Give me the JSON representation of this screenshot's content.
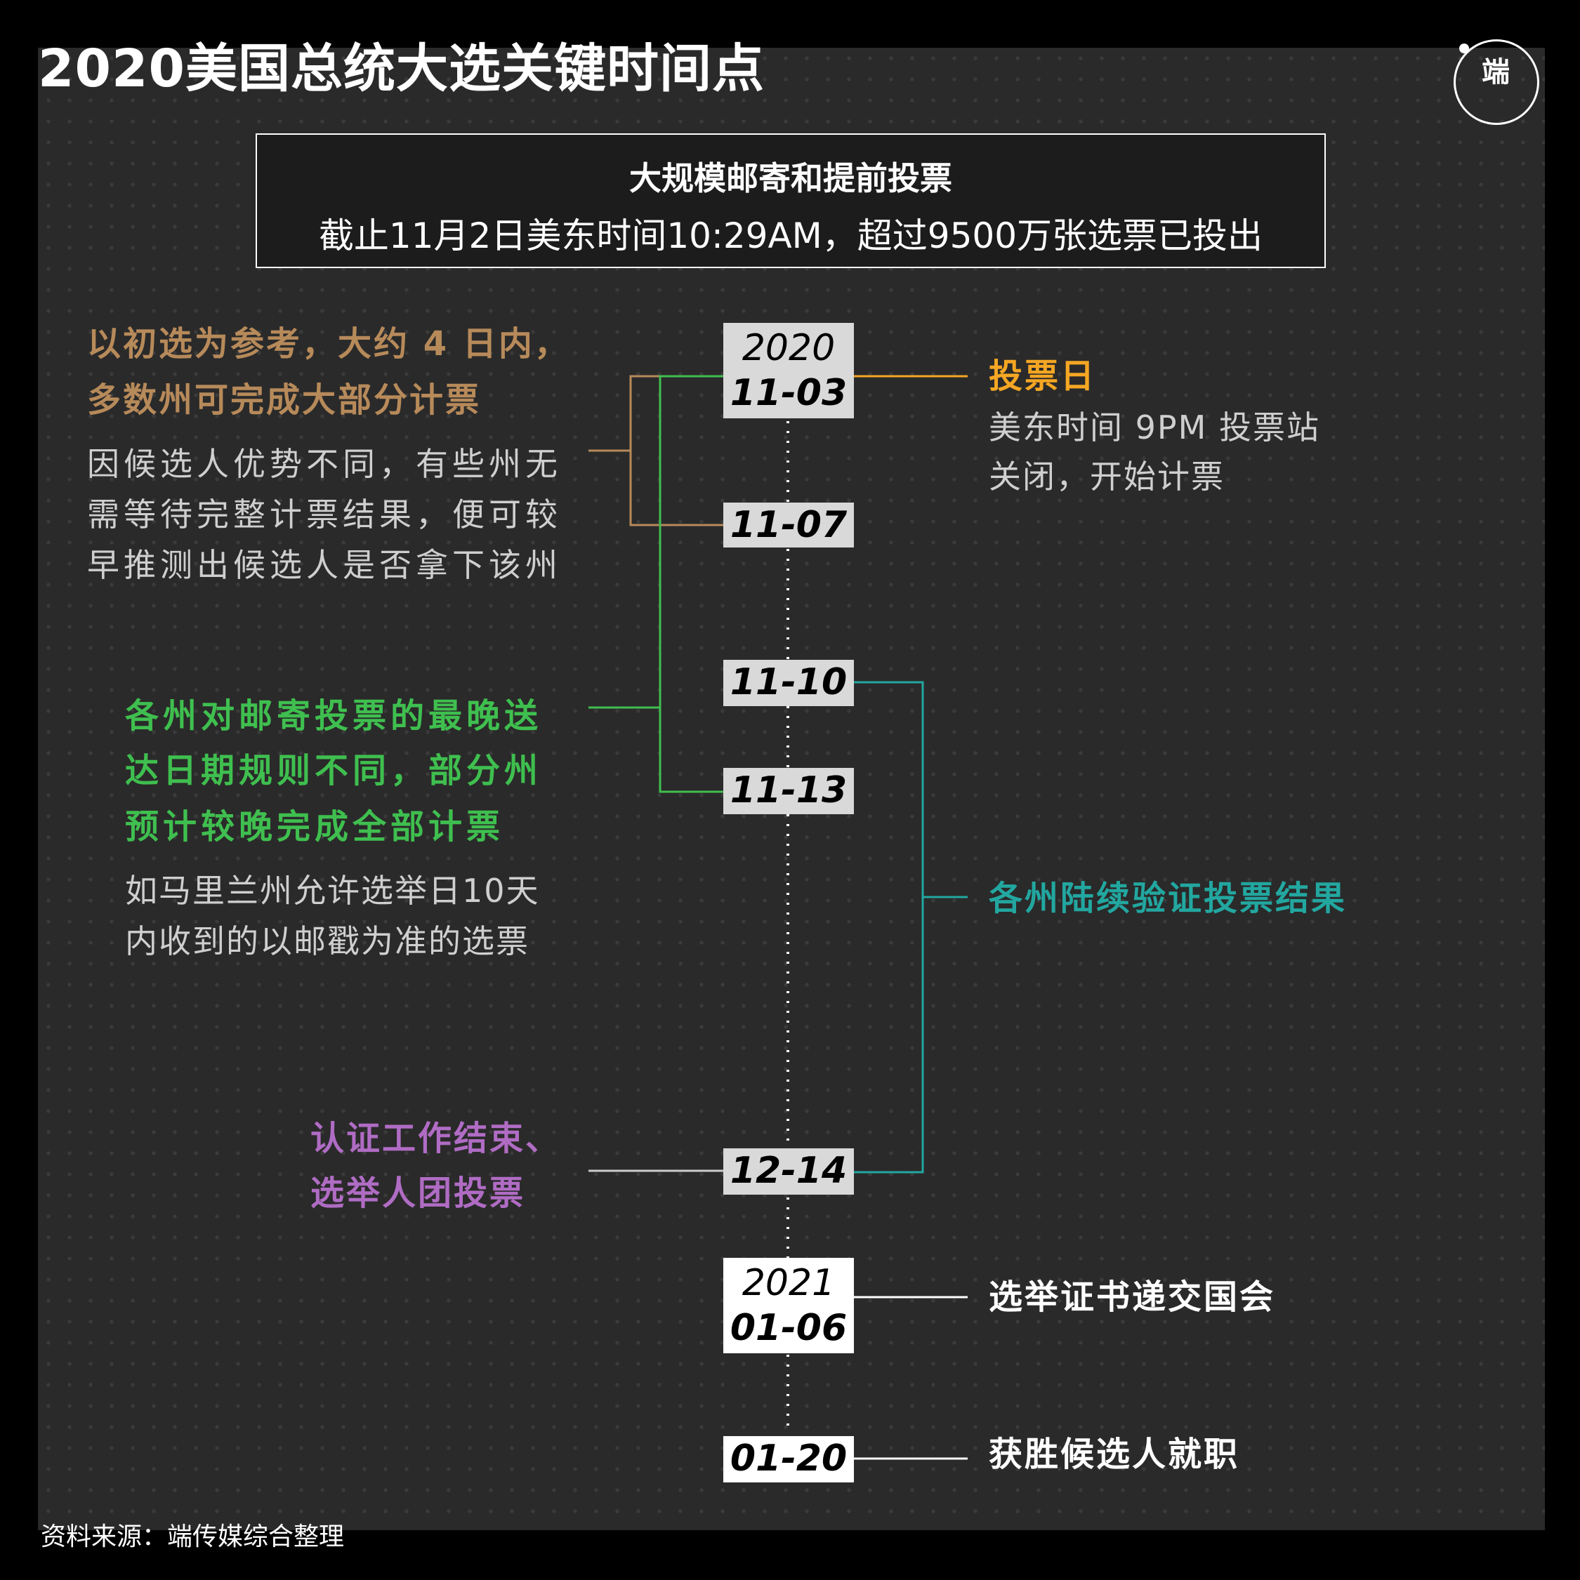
{
  "title": "2020美国总统大选关键时间点",
  "logo": {
    "text": "端"
  },
  "notice": {
    "title": "大规模邮寄和提前投票",
    "body": "截止11月2日美东时间10:29AM，超过9500万张选票已投出"
  },
  "colors": {
    "orange": "#f5a623",
    "tan": "#b78a5a",
    "green": "#3fbf4f",
    "teal": "#22a7a0",
    "purple": "#b06cc4",
    "date_box_gray": "#d9d9d9"
  },
  "dates": {
    "d1103": {
      "year": "2020",
      "date": "11-03"
    },
    "d1107": {
      "date": "11-07"
    },
    "d1110": {
      "date": "11-10"
    },
    "d1113": {
      "date": "11-13"
    },
    "d1214": {
      "date": "12-14"
    },
    "d0106": {
      "year": "2021",
      "date": "01-06"
    },
    "d0120": {
      "date": "01-20"
    }
  },
  "events": {
    "election_day": {
      "title": "投票日",
      "lines": [
        "美东时间 9PM 投票站",
        "关闭，开始计票"
      ]
    },
    "count_window": {
      "title_lines": [
        "以初选为参考，大约 4 日内，",
        "多数州可完成大部分计票"
      ],
      "lines": [
        "因候选人优势不同，有些州无",
        "需等待完整计票结果，便可较",
        "早推测出候选人是否拿下该州"
      ]
    },
    "mail_deadline": {
      "title_lines": [
        "各州对邮寄投票的最晚送",
        "达日期规则不同，部分州",
        "预计较晚完成全部计票"
      ],
      "lines": [
        "如马里兰州允许选举日10天",
        "内收到的以邮戳为准的选票"
      ]
    },
    "certification": {
      "title": "各州陆续验证投票结果"
    },
    "electors": {
      "title_lines": [
        "认证工作结束、",
        "选举人团投票"
      ]
    },
    "congress": {
      "title": "选举证书递交国会"
    },
    "inauguration": {
      "title": "获胜候选人就职"
    }
  },
  "source": "资料来源：端传媒综合整理"
}
